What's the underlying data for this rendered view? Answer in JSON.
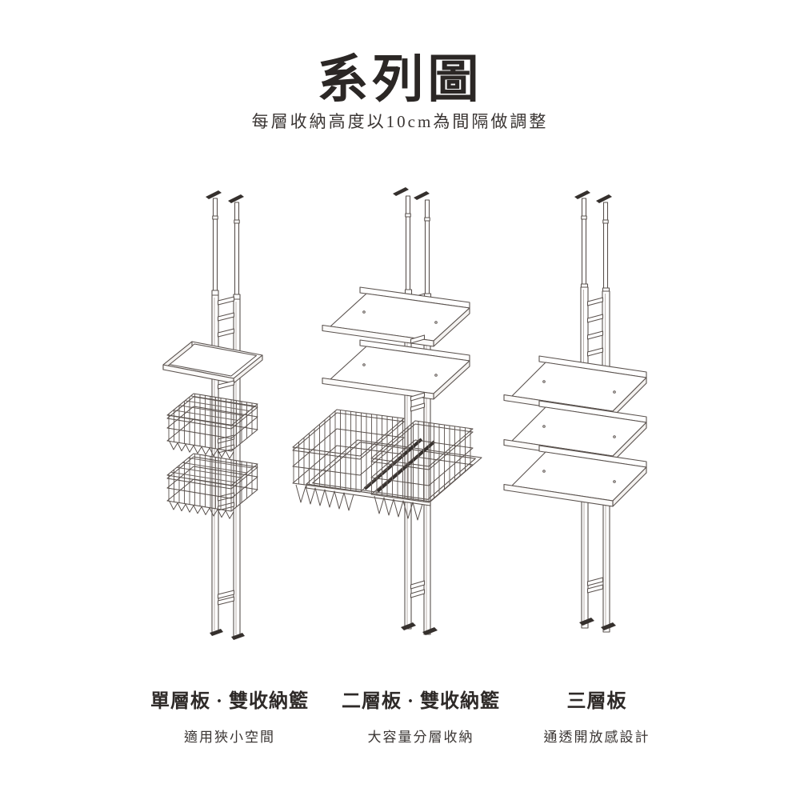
{
  "header": {
    "title": "系列圖",
    "subtitle": "每層收納高度以10cm為間隔做調整"
  },
  "products": [
    {
      "name": "單層板 · 雙收納籃",
      "description": "適用狹小空間",
      "illustration": "tension-pole-rack-single-shelf-two-baskets"
    },
    {
      "name": "二層板 · 雙收納籃",
      "description": "大容量分層收納",
      "illustration": "tension-pole-rack-two-shelves-two-baskets"
    },
    {
      "name": "三層板",
      "description": "通透開放感設計",
      "illustration": "tension-pole-rack-three-shelves"
    }
  ],
  "colors": {
    "background": "#ffffff",
    "line_art": "#5a524e",
    "dark_accent": "#35302d",
    "text_primary": "#2b2725",
    "text_secondary": "#3a3533"
  }
}
